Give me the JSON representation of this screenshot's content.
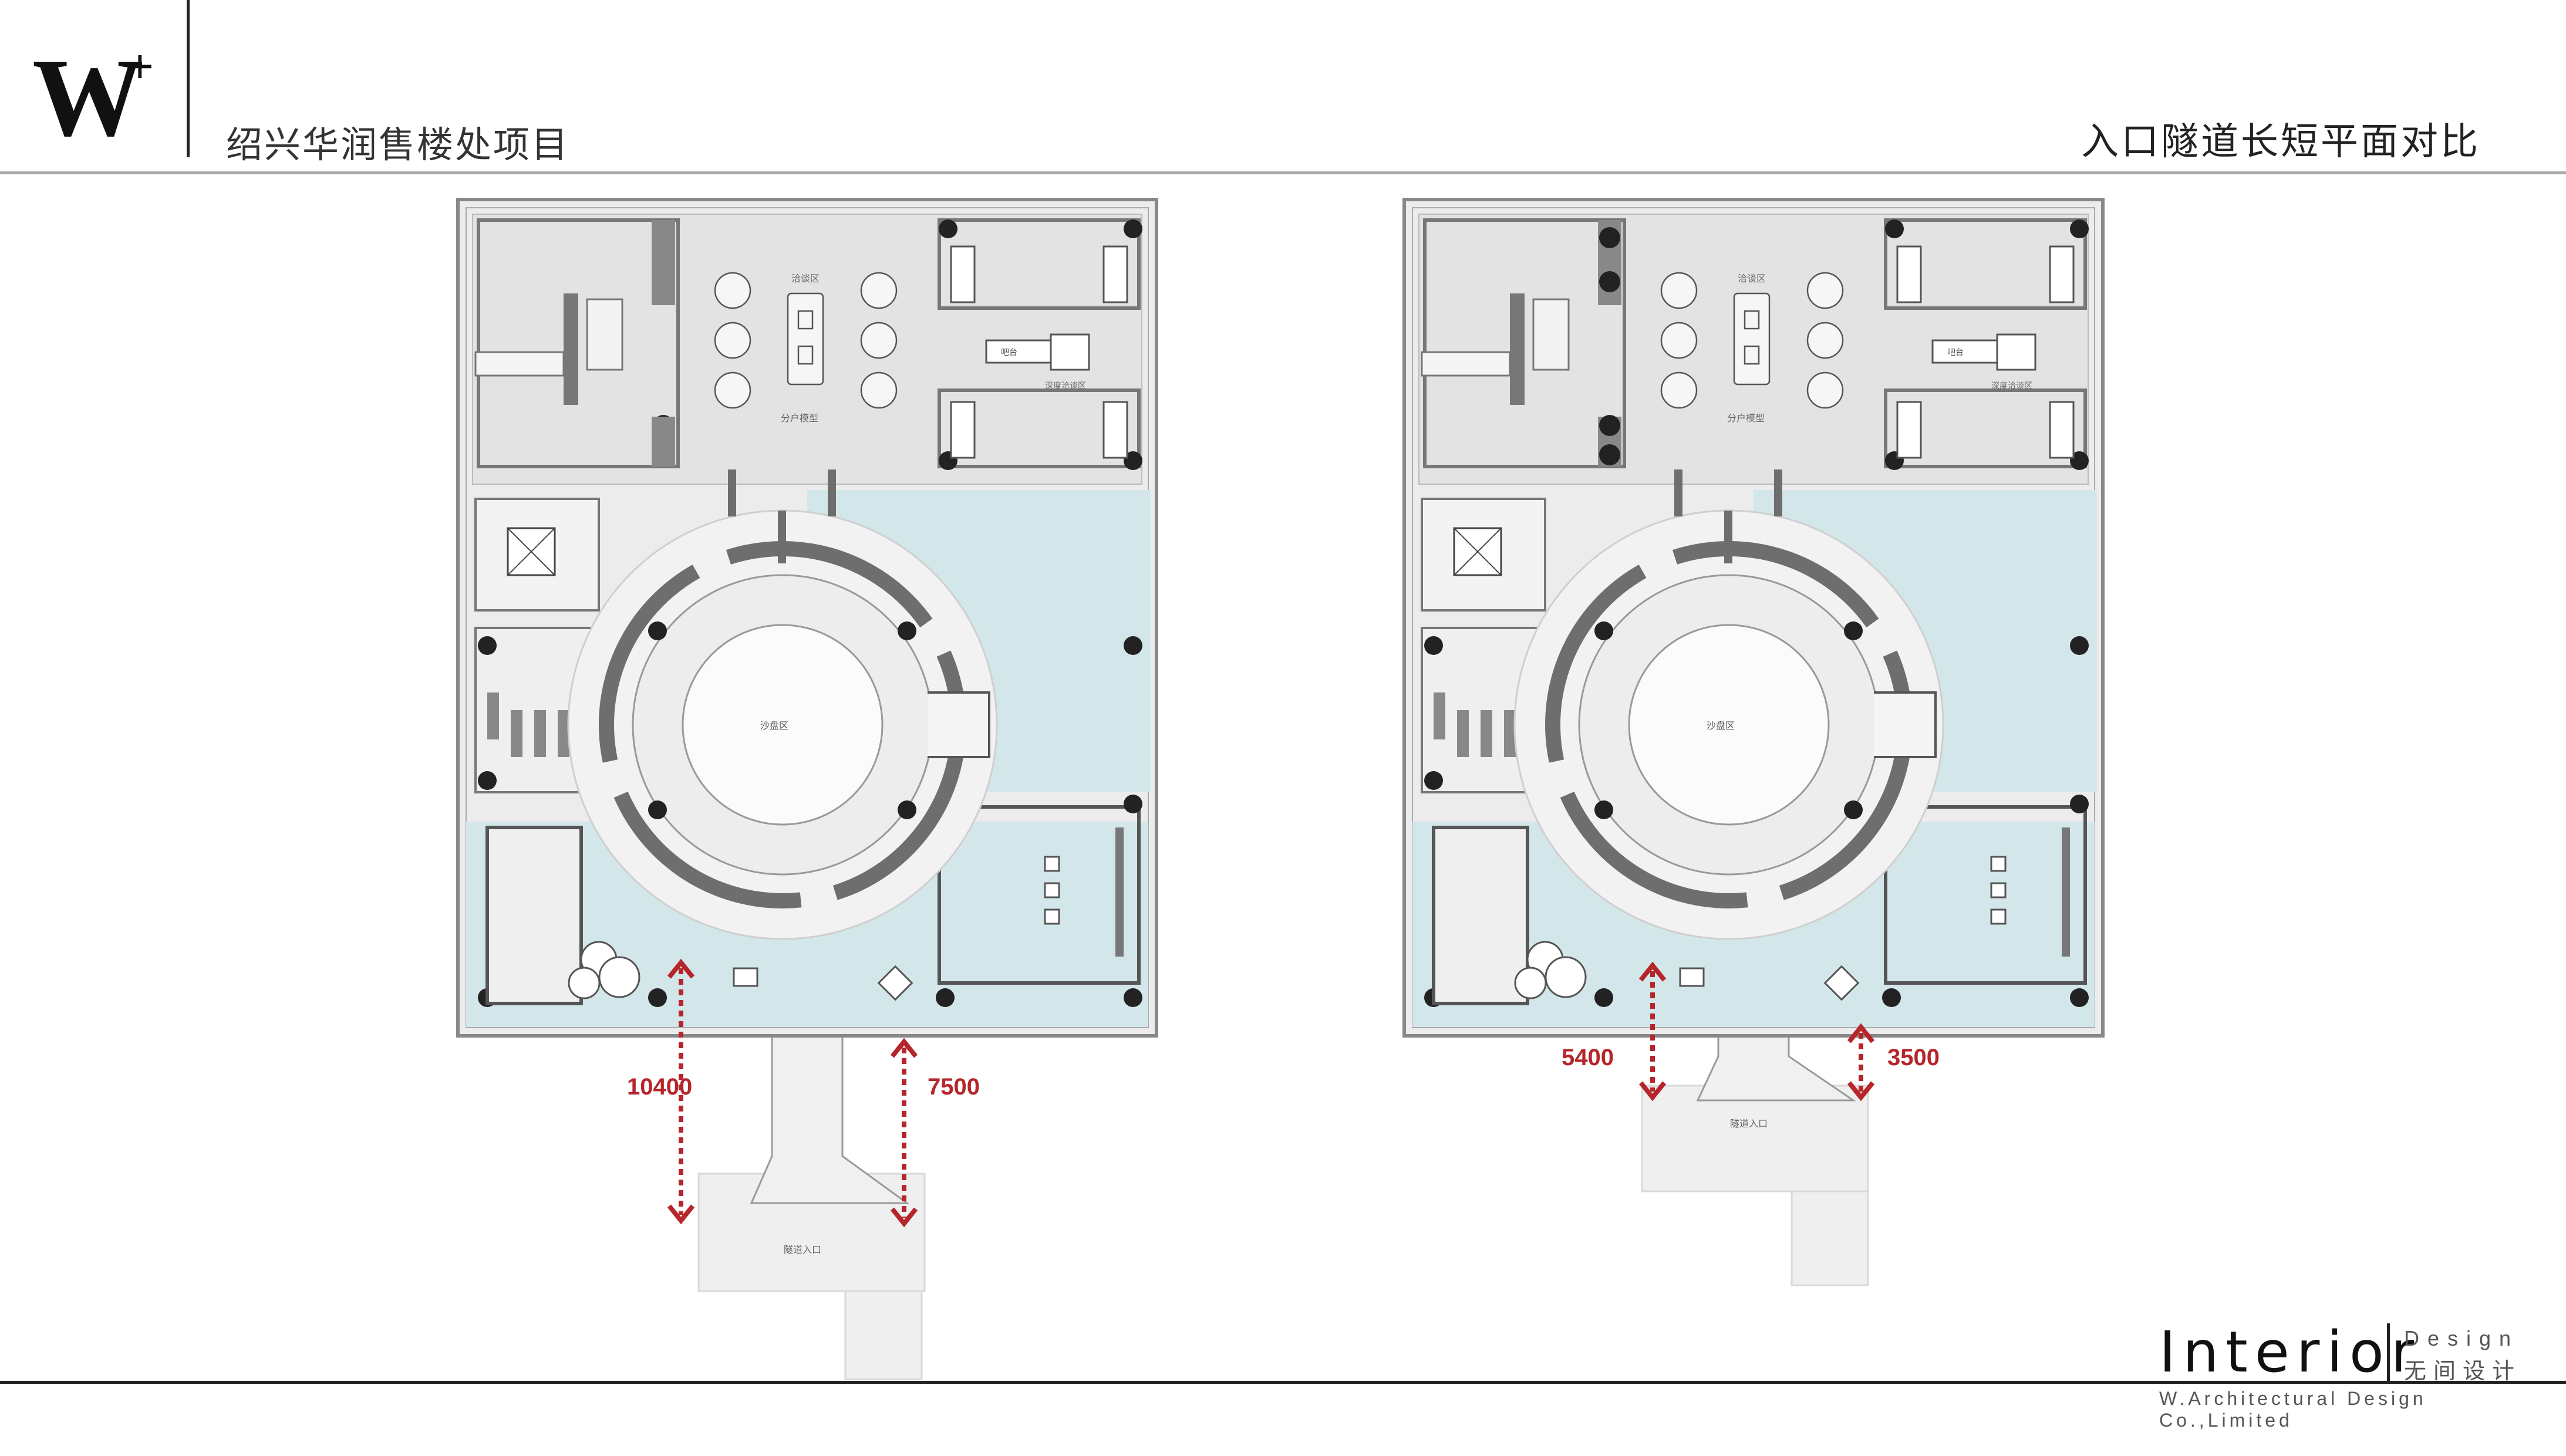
{
  "header": {
    "project_title": "绍兴华润售楼处项目",
    "page_title": "入口隧道长短平面对比"
  },
  "plans": {
    "left": {
      "dimension_long": "10400",
      "dimension_short": "7500"
    },
    "right": {
      "dimension_long": "5400",
      "dimension_short": "3500"
    }
  },
  "footer": {
    "brand": "Interior",
    "brand_design": "Design",
    "brand_cn": "无间设计",
    "company": "W.Architectural Design Co.,Limited"
  },
  "colors": {
    "accent_dimension": "#b5262b",
    "floor": "#e8e8e8",
    "water": "#d3e6ea",
    "wall": "#6e6e6e"
  }
}
